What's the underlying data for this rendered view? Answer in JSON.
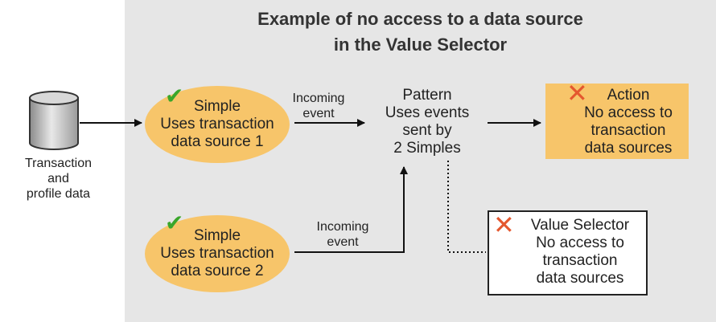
{
  "title": {
    "line1": "Example of no access to a data source",
    "line2": "in the Value Selector"
  },
  "datastore": {
    "icon": "database-cylinder-icon",
    "label": [
      "Transaction",
      "and",
      "profile data"
    ]
  },
  "simple1": {
    "icon": "check-icon",
    "lines": [
      "Simple",
      "Uses transaction",
      "data source 1"
    ]
  },
  "simple2": {
    "icon": "check-icon",
    "lines": [
      "Simple",
      "Uses transaction",
      "data source 2"
    ]
  },
  "incoming1": [
    "Incoming",
    "event"
  ],
  "incoming2": [
    "Incoming",
    "event"
  ],
  "pattern": {
    "lines": [
      "Pattern",
      "Uses events",
      "sent by",
      "2 Simples"
    ]
  },
  "action": {
    "icon": "x-icon",
    "lines": [
      "Action",
      "No access to",
      "transaction",
      "data sources"
    ]
  },
  "value_selector": {
    "icon": "x-icon",
    "lines": [
      "Value Selector",
      "No access to",
      "transaction",
      "data sources"
    ]
  },
  "colors": {
    "panel": "#e6e6e6",
    "node_fill": "#f7c56a",
    "check": "#3aa62a",
    "cross": "#e4572e"
  }
}
